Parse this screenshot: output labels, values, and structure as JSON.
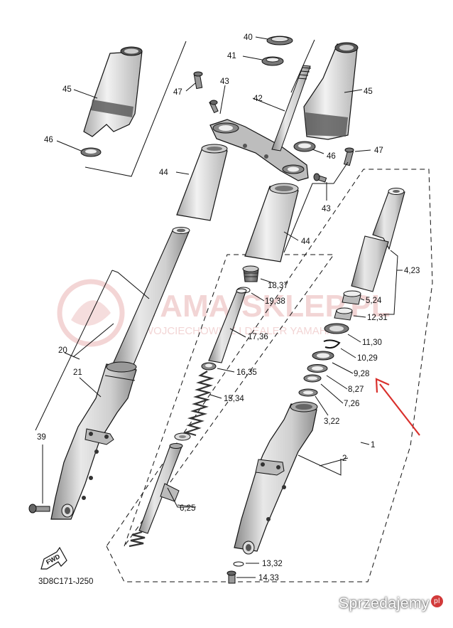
{
  "diagram_code": "3D8C171-J250",
  "fwd_label": "FWD",
  "watermark": {
    "main": "YAMA-SKLEP.PL",
    "sub": "WOJCIECHOWICZ I DEALER YAMAHA"
  },
  "brand": {
    "name": "Sprzedajemy",
    "badge": "pl"
  },
  "labels": {
    "p40": "40",
    "p41": "41",
    "p45a": "45",
    "p45b": "45",
    "p47a": "47",
    "p47b": "47",
    "p43a": "43",
    "p43b": "43",
    "p42": "42",
    "p46a": "46",
    "p46b": "46",
    "p44a": "44",
    "p44b": "44",
    "p18_37": "18,37",
    "p19_38": "19,38",
    "p17_36": "17,36",
    "p16_35": "16,35",
    "p15_34": "15,34",
    "p6_25": "6,25",
    "p13_32": "13,32",
    "p14_33": "14,33",
    "p4_23": "4,23",
    "p5_24": "5,24",
    "p12_31": "12,31",
    "p11_30": "11,30",
    "p10_29": "10,29",
    "p9_28": "9,28",
    "p8_27": "8,27",
    "p7_26": "7,26",
    "p3_22": "3,22",
    "p2": "2",
    "p1": "1",
    "p20": "20",
    "p21": "21",
    "p39": "39"
  },
  "colors": {
    "highlight_arrow": "#d9302c",
    "part_fill": "#ffffff",
    "part_shade": "#c9c9c9",
    "watermark": "#e9b3b3"
  }
}
